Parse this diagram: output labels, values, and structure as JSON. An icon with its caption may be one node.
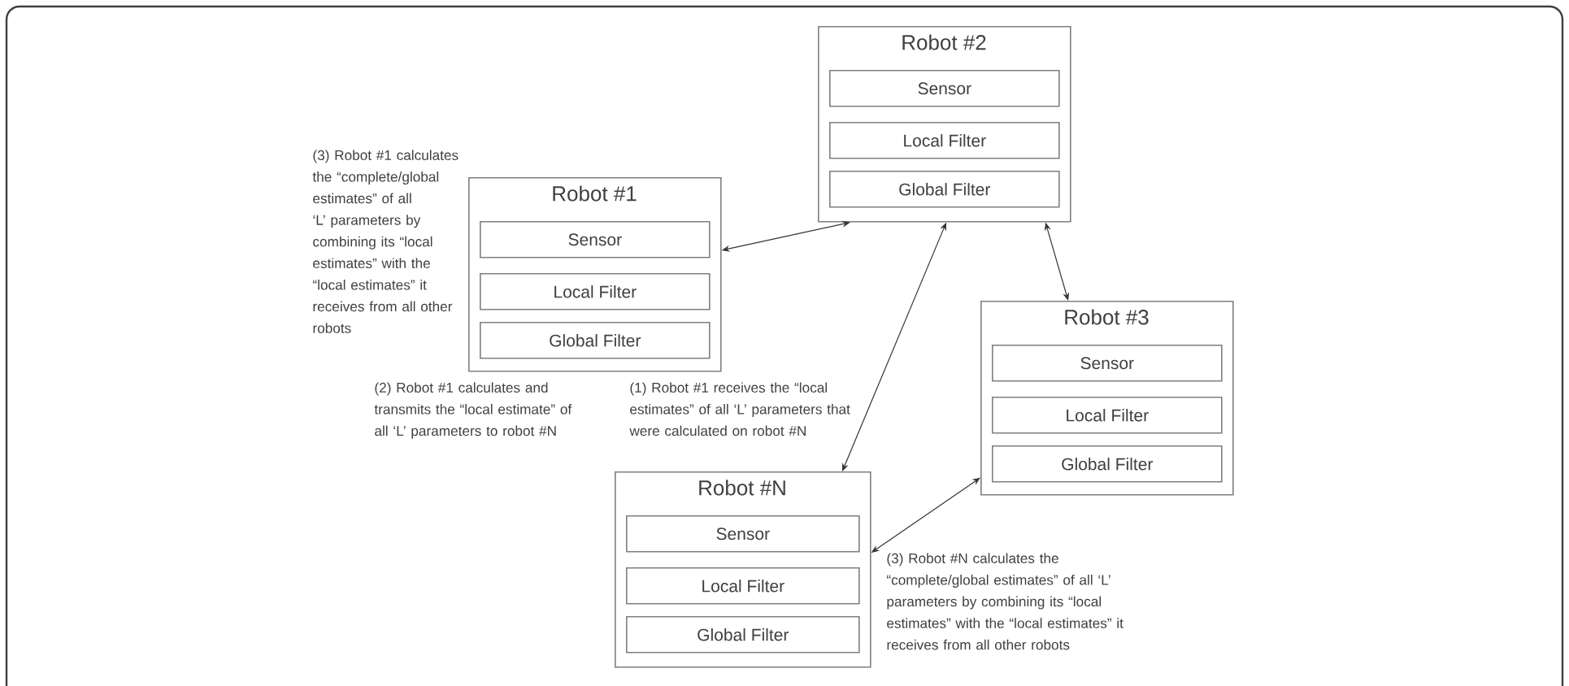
{
  "diagram": {
    "nodes": [
      {
        "text": [
          "Robot #2"
        ]
      },
      {
        "text": [
          "Sensor"
        ],
        "in": 0
      },
      {
        "text": [
          "Local Filter"
        ],
        "in": 0
      },
      {
        "text": [
          "Global Filter"
        ],
        "in": 0
      },
      {
        "text": [
          "Robot #1"
        ]
      },
      {
        "text": [
          "Sensor"
        ],
        "in": 4
      },
      {
        "text": [
          "Local Filter"
        ],
        "in": 4
      },
      {
        "text": [
          "Global Filter"
        ],
        "in": 4
      },
      {
        "text": [
          "Robot #3"
        ]
      },
      {
        "text": [
          "Sensor"
        ],
        "in": 8
      },
      {
        "text": [
          "Local Filter"
        ],
        "in": 8
      },
      {
        "text": [
          "Global Filter"
        ],
        "in": 8
      },
      {
        "text": [
          "Robot #N"
        ]
      },
      {
        "text": [
          "Sensor"
        ],
        "in": 12
      },
      {
        "text": [
          "Local Filter"
        ],
        "in": 12
      },
      {
        "text": [
          "Global Filter"
        ],
        "in": 12
      }
    ],
    "edges": [
      {
        "from": 4,
        "to": 0,
        "arrow": "both"
      },
      {
        "from": 0,
        "to": 12,
        "arrow": "both"
      },
      {
        "from": 0,
        "to": 8,
        "arrow": "both"
      },
      {
        "from": 12,
        "to": 8,
        "arrow": "both"
      }
    ],
    "labels": [
      "(3) Robot #1 calculates the “complete/global estimates” of all ‘L’ parameters by combining its “local estimates” with the “local estimates” it receives from all other robots",
      "(2) Robot #1 calculates and transmits the “local estimate” of all ‘L’ parameters to robot #N",
      "(1) Robot #1 receives the “local estimates” of all ‘L’ parameters that were calculated on robot #N",
      "(3) Robot #N calculates the “complete/global estimates” of all ‘L’ parameters by combining its “local estimates” with the “local estimates” it receives from all other robots"
    ]
  }
}
